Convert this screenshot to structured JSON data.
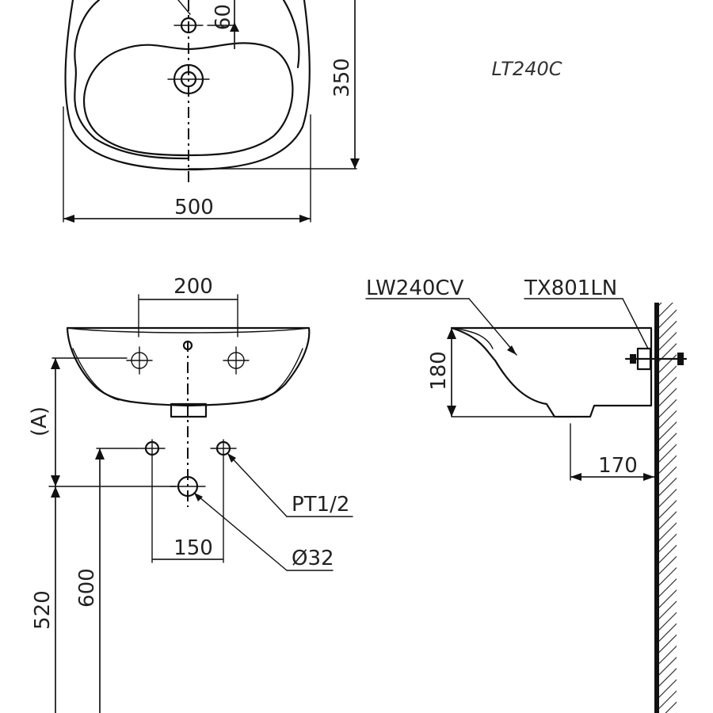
{
  "model_label": "LT240C",
  "top_view": {
    "width_label": "500",
    "depth_label": "350",
    "hole_offset_label": "60"
  },
  "front_view": {
    "tap_spacing_label": "200",
    "height_a_label": "(A)",
    "rim_height_label": "520",
    "supply_height_label": "600",
    "supply_spacing_label": "150",
    "supply_thread_label": "PT1/2",
    "drain_diameter_label": "Ø32"
  },
  "side_view": {
    "basin_code": "LW240CV",
    "bracket_code": "TX801LN",
    "basin_height_label": "180",
    "drain_offset_label": "170"
  }
}
